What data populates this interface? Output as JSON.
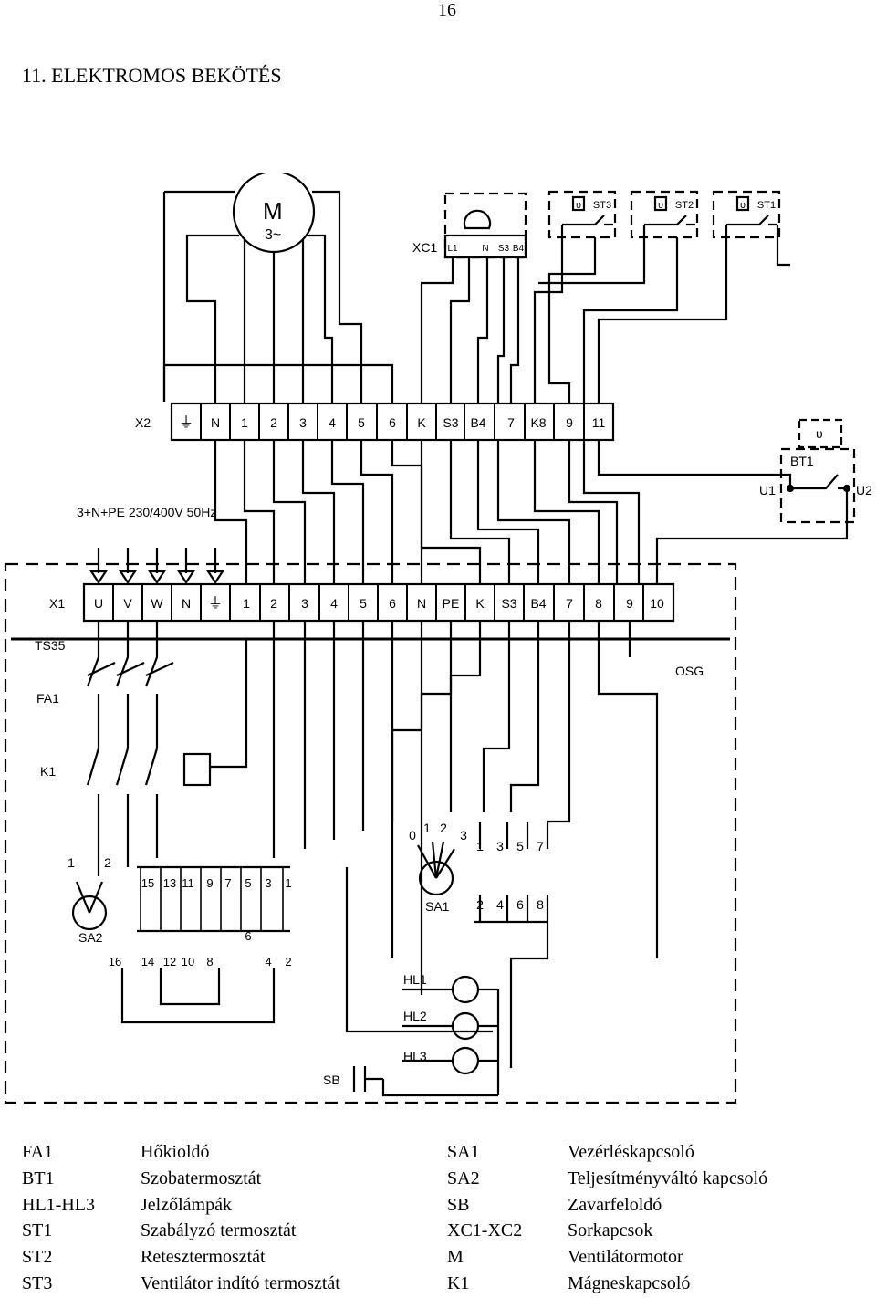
{
  "page_number": "16",
  "title": "11. ELEKTROMOS BEKÖTÉS",
  "diagram": {
    "motor_label": "M",
    "motor_sub": "3~",
    "xc1_label": "XC1",
    "xc1_terminals": [
      "L1",
      "N",
      "S3",
      "B4"
    ],
    "thermostats": [
      "ST3",
      "ST2",
      "ST1"
    ],
    "thermostat_symbol": "υ",
    "x2_label": "X2",
    "x2_terminals": [
      "N",
      "1",
      "2",
      "3",
      "4",
      "5",
      "6",
      "K",
      "S3",
      "B4",
      "7",
      "K8",
      "9",
      "11"
    ],
    "bt1_label": "BT1",
    "u1_label": "U1",
    "u2_label": "U2",
    "supply_label": "3+N+PE 230/400V 50Hz",
    "x1_label": "X1",
    "x1_terminals": [
      "U",
      "V",
      "W",
      "N",
      "1",
      "2",
      "3",
      "4",
      "5",
      "6",
      "N",
      "PE",
      "K",
      "S3",
      "B4",
      "7",
      "8",
      "9",
      "10"
    ],
    "ts35_label": "TS35",
    "osg_label": "OSG",
    "fa1_label": "FA1",
    "k1_label": "K1",
    "sa1_label": "SA1",
    "sa1_positions": [
      "0",
      "1",
      "2",
      "3"
    ],
    "sa1_top_contacts": [
      "1",
      "3",
      "5",
      "7"
    ],
    "sa1_bottom_contacts": [
      "2",
      "4",
      "6",
      "8"
    ],
    "sa2_label": "SA2",
    "sa2_positions": [
      "1",
      "2"
    ],
    "sa2_top_contacts": [
      "15",
      "13",
      "11",
      "9",
      "7",
      "5",
      "3",
      "1"
    ],
    "sa2_bottom_contacts": [
      "16",
      "14",
      "12",
      "10",
      "8",
      "6",
      "4",
      "2"
    ],
    "hl_labels": [
      "HL1",
      "HL2",
      "HL3"
    ],
    "sb_label": "SB"
  },
  "legend": [
    {
      "code": "FA1",
      "name": "Hőkioldó",
      "code2": "SA1",
      "name2": "Vezérléskapcsoló"
    },
    {
      "code": "BT1",
      "name": "Szobatermosztát",
      "code2": "SA2",
      "name2": "Teljesítményváltó kapcsoló"
    },
    {
      "code": "HL1-HL3",
      "name": "Jelzőlámpák",
      "code2": "SB",
      "name2": "Zavarfeloldó"
    },
    {
      "code": "ST1",
      "name": "Szabályzó termosztát",
      "code2": "XC1-XC2",
      "name2": "Sorkapcsok"
    },
    {
      "code": "ST2",
      "name": "Retesztermosztát",
      "code2": "M",
      "name2": "Ventilátormotor"
    },
    {
      "code": "ST3",
      "name": "Ventilátor indító termosztát",
      "code2": "K1",
      "name2": "Mágneskapcsoló"
    }
  ]
}
